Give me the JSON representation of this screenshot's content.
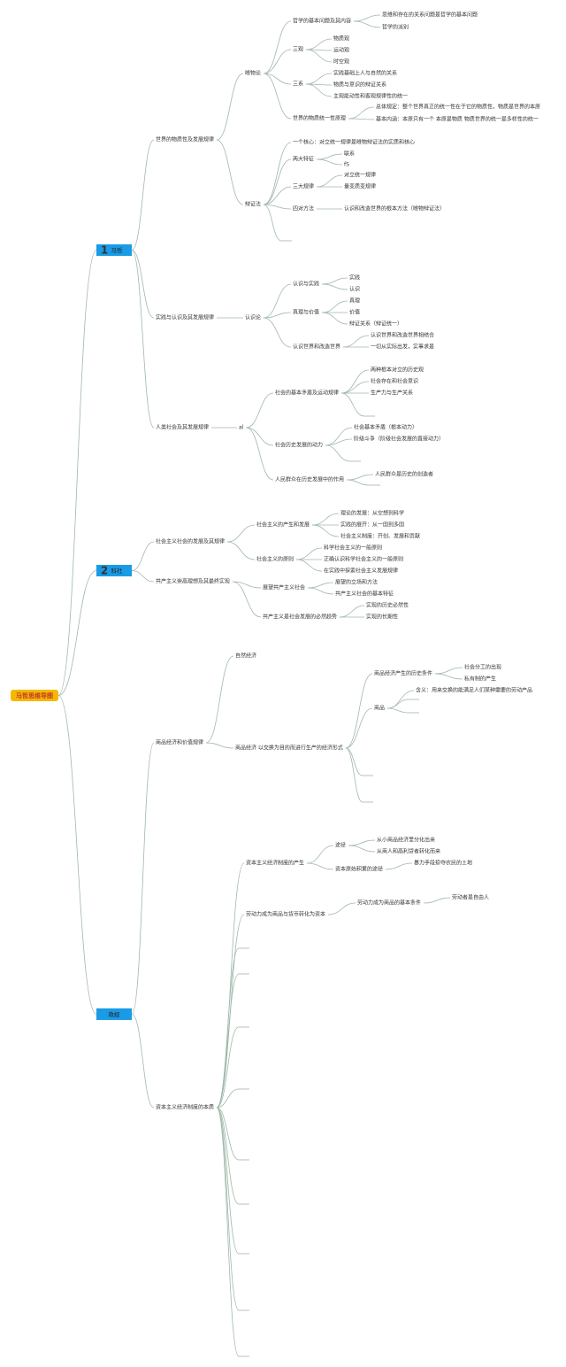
{
  "colors": {
    "root_fill": "#f5b800",
    "root_text": "#c0392b",
    "section_fill": "#1a9be6",
    "num1": "#e8323c",
    "num2": "#ffd200",
    "edge": "#9fb8a9"
  },
  "root": {
    "label": "马哲思维导图"
  },
  "sections": [
    {
      "num": "1",
      "label": "马哲"
    },
    {
      "num": "2",
      "label": "科社"
    },
    {
      "num": "",
      "label": "政经"
    }
  ],
  "labels": {
    "s1a": "世界的物质性及发展规律",
    "s1a_1": "唯物论",
    "s1a_1_1": "哲学的基本问题及其内容",
    "s1a_1_1a": "思维和存在的关系问题是哲学的基本问题",
    "s1a_1_1b": "哲学的派别",
    "s1a_1_2": "三观",
    "s1a_1_2a": "物质观",
    "s1a_1_2b": "运动观",
    "s1a_1_2c": "时空观",
    "s1a_1_3": "三系",
    "s1a_1_3a": "实践基础上人与自然的关系",
    "s1a_1_3b": "物质与意识的辩证关系",
    "s1a_1_3c": "主观能动性和客观规律性的统一",
    "s1a_1_4": "世界的物质统一性原理",
    "s1a_1_4a": "总体规定：整个世界真正的统一性在于它的物质性，物质是世界的本原",
    "s1a_1_4b": "基本内涵：本原只有一个 本原是物质 物质世界的统一是多样性的统一",
    "s1a_2": "辩证法",
    "s1a_2_1": "一个核心：对立统一规律是唯物辩证法的实质和核心",
    "s1a_2_2": "两大特征",
    "s1a_2_2a": "联系",
    "s1a_2_2b": "fS",
    "s1a_2_3": "三大规律",
    "s1a_2_3a": "对立统一规律",
    "s1a_2_3b": "量变质变规律",
    "s1a_2_4": "四对方法",
    "s1a_2_4a": "认识和改造世界的根本方法（唯物辩证法）",
    "s1b": "实践与认识及其发展规律",
    "s1b_1": "认识论",
    "s1b_1_1": "认识与实践",
    "s1b_1_1a": "实践",
    "s1b_1_1b": "认识",
    "s1b_1_2": "真理与价值",
    "s1b_1_2a": "真理",
    "s1b_1_2b": "价值",
    "s1b_1_2c": "辩证关系（辩证统一）",
    "s1b_1_3": "认识世界和改造世界",
    "s1b_1_3a": "认识世界和改造世界相结合",
    "s1b_1_3b": "一切从实际出发，实事求是",
    "s1c": "人类社会及其发展规律",
    "s1c_1": "al",
    "s1c_1_1": "社会的基本矛盾及运动规律",
    "s1c_1_1a": "两种根本对立的历史观",
    "s1c_1_1b": "社会存在和社会意识",
    "s1c_1_1c": "生产力与生产关系",
    "s1c_1_2": "社会历史发展的动力",
    "s1c_1_2a": "社会基本矛盾（根本动力）",
    "s1c_1_2b": "阶级斗争（阶级社会发展的直接动力）",
    "s1c_1_3": "人民群众在历史发展中的作用",
    "s1c_1_3a": "人民群众是历史的创造者",
    "s2a": "社会主义社会的发展及其规律",
    "s2a_1": "社会主义的产生和发展",
    "s2a_1a": "理论的发展：从空想到科学",
    "s2a_1b": "实践的展开：从一国到多国",
    "s2a_1c": "社会主义制度：开创、发展和贡献",
    "s2a_2": "社会主义的原则",
    "s2a_2a": "科学社会主义的一般原则",
    "s2a_2b": "正确认识科学社会主义的一般原则",
    "s2a_2c": "在实践中探索社会主义发展规律",
    "s2b": "共产主义崇高理想及其最终实现",
    "s2b_1": "展望共产主义社会",
    "s2b_1a": "展望的立场和方法",
    "s2b_1b": "共产主义社会的基本特征",
    "s2b_2": "共产主义是社会发展的必然趋势",
    "s2b_2a": "实现的历史必然性",
    "s2b_2b": "实现的长期性",
    "s3a": "商品经济和价值规律",
    "s3a_1": "自然经济",
    "s3a_2": "商品经济 以交换为目的而进行生产的经济形式",
    "s3a_2_1": "商品经济产生的历史条件",
    "s3a_2_1a": "社会分工的出现",
    "s3a_2_1b": "私有制的产生",
    "s3a_2_2": "商品",
    "s3a_2_2a": "含义：用来交换的能满足人们某种需要的劳动产品",
    "s3b": "资本主义经济制度的本质",
    "s3b_1": "资本主义经济制度的产生",
    "s3b_1_1": "途径",
    "s3b_1_1a": "从小商品经济里分化出来",
    "s3b_1_1b": "从商人和高利贷者转化而来",
    "s3b_1_2": "资本原始积累的途径",
    "s3b_1_2a": "暴力手段掠夺农民的土地",
    "s3b_2": "劳动力成为商品与货币转化为资本",
    "s3b_2_1": "劳动力成为商品的基本条件",
    "s3b_2_1a": "劳动者是自由人"
  }
}
